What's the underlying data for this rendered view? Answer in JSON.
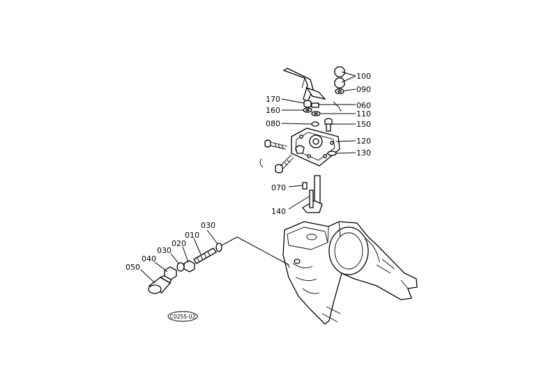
{
  "labels": {
    "p100": "100",
    "p090": "090",
    "p170": "170",
    "p060": "060",
    "p160": "160",
    "p110": "110",
    "p080": "080",
    "p150": "150",
    "p120": "120",
    "p130": "130",
    "p070": "070",
    "p140": "140",
    "p030a": "030",
    "p010": "010",
    "p020": "020",
    "p030b": "030",
    "p040": "040",
    "p050": "050"
  },
  "reference_code": "C0255-02"
}
